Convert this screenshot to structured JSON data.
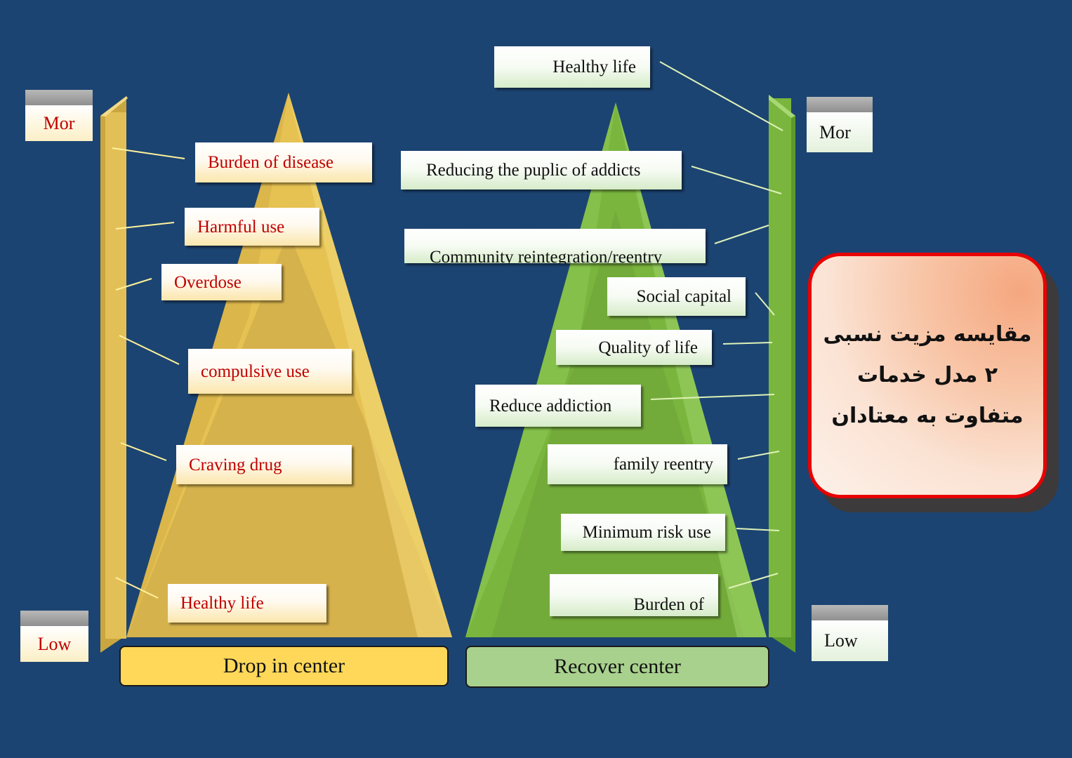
{
  "left_model": {
    "base_label": "Drop in center",
    "scale_top": "Mor",
    "scale_bottom": "Low",
    "colors": {
      "pyramid": "#e5c153",
      "base": "#ffd85a",
      "bar": "#e3c057"
    },
    "items": [
      "Burden of disease",
      "Harmful use",
      "Overdose",
      "compulsive use",
      "Craving drug",
      "Healthy life"
    ]
  },
  "right_model": {
    "base_label": "Recover center",
    "scale_top": "Mor",
    "scale_bottom": "Low",
    "colors": {
      "pyramid": "#7ab63e",
      "base": "#a9d18e",
      "bar": "#7ab63e"
    },
    "items": [
      "Healthy life",
      "Reducing the puplic of addicts",
      "Community reintegration/reentry",
      "Social capital",
      "Quality of life",
      "Reduce addiction",
      "family reentry",
      "Minimum risk use",
      "Burden of"
    ]
  },
  "note": {
    "text": "مقایسه مزیت نسبی\n۲ مدل خدمات\nمتفاوت به معتادان",
    "border_color": "#e80000"
  }
}
